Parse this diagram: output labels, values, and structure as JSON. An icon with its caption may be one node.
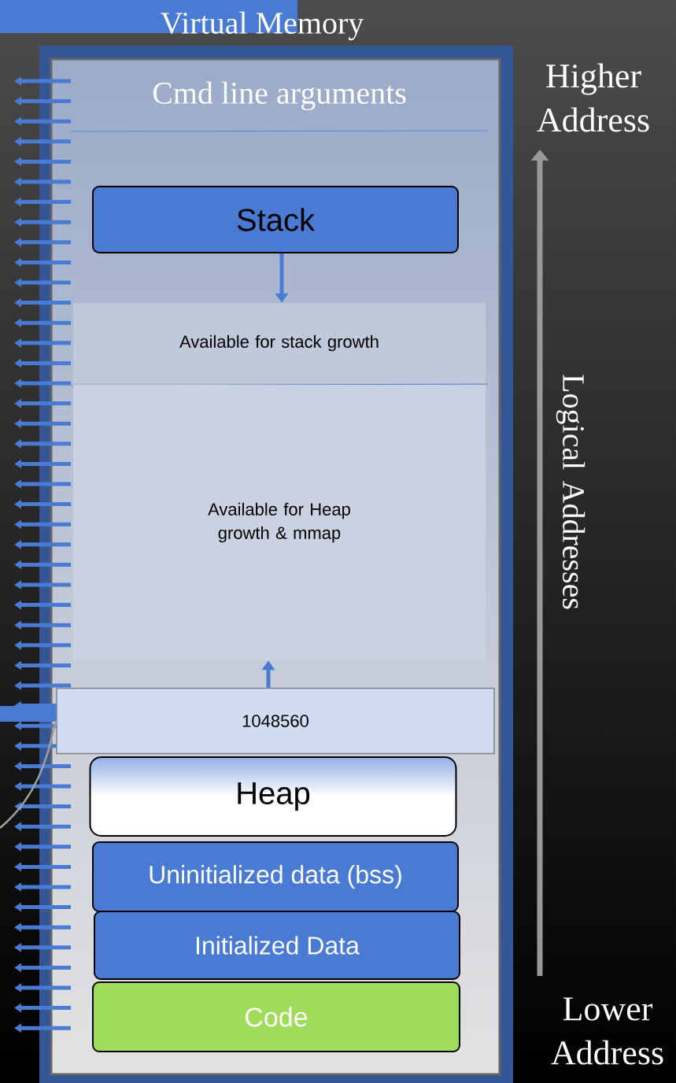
{
  "diagram": {
    "title": "Virtual Memory",
    "nodes": [
      {
        "text": [],
        "shape": "box"
      },
      {
        "text": [
          "Cmd line arguments"
        ],
        "in": 0
      },
      {
        "text": [
          "Stack"
        ],
        "in": 0
      },
      {
        "text": [
          "Available for stack growth"
        ],
        "in": 0
      },
      {
        "text": [
          "Available for Heap growth & mmap"
        ],
        "in": 0
      },
      {
        "text": [
          "1048560"
        ],
        "in": 0
      },
      {
        "text": [
          "Heap"
        ],
        "in": 0
      },
      {
        "text": [
          "Uninitialized data (bss)"
        ],
        "in": 0
      },
      {
        "text": [
          "Initialized Data"
        ],
        "in": 0
      },
      {
        "text": [
          "Code"
        ],
        "in": 0
      }
    ],
    "edges": [
      {
        "from": 2,
        "to": 3,
        "arrow": "to"
      },
      {
        "from": 5,
        "to": 4,
        "arrow": "to"
      },
      {
        "from": null,
        "to": 5,
        "arrow": "none",
        "color": "#a0a0a0"
      }
    ],
    "labels": [
      "Higher Address",
      "Logical Addresses",
      "Lower Address"
    ]
  }
}
